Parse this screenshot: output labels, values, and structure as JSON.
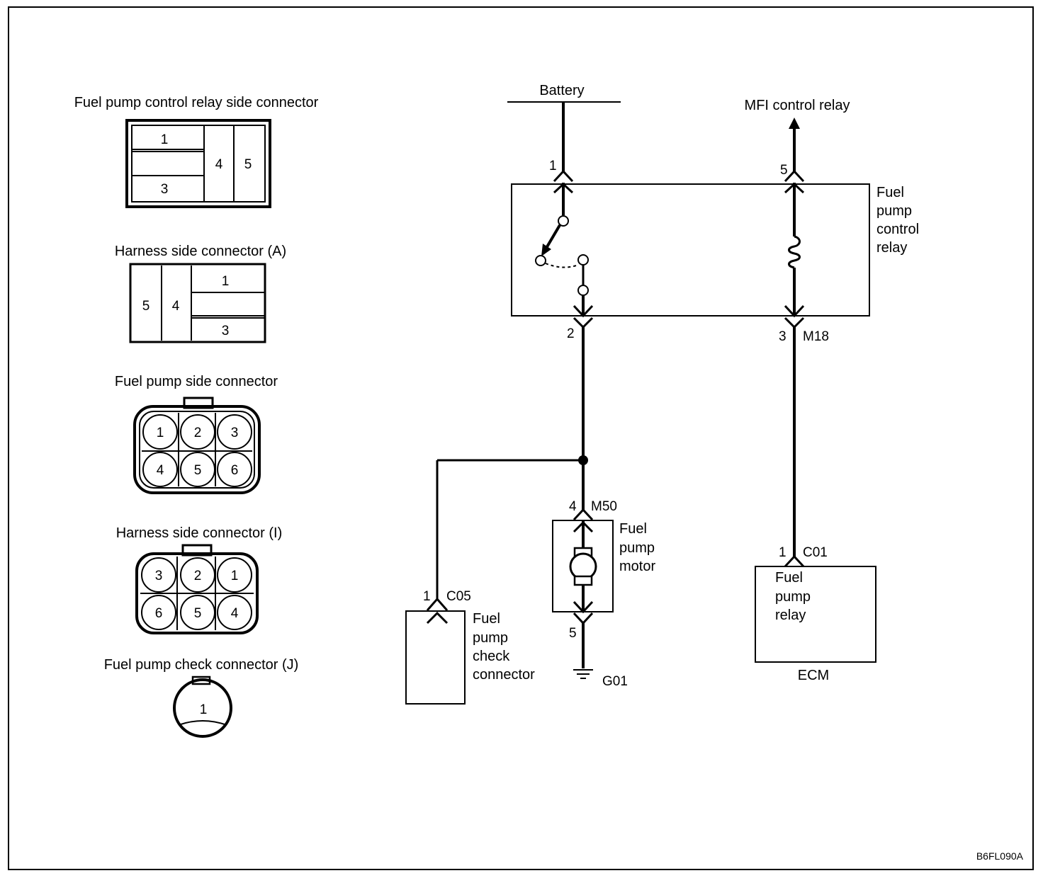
{
  "connectors": {
    "relay_side": {
      "title": "Fuel pump control relay side connector",
      "pins": [
        "1",
        "3",
        "4",
        "5"
      ]
    },
    "harness_a": {
      "title": "Harness side connector (A)",
      "pins": [
        "5",
        "4",
        "1",
        "3"
      ]
    },
    "pump_side": {
      "title": "Fuel pump side connector",
      "pins": [
        "1",
        "2",
        "3",
        "4",
        "5",
        "6"
      ]
    },
    "harness_i": {
      "title": "Harness side connector (I)",
      "pins": [
        "3",
        "2",
        "1",
        "6",
        "5",
        "4"
      ]
    },
    "check_j": {
      "title": "Fuel pump check connector (J)",
      "pins": [
        "1"
      ]
    }
  },
  "circuit": {
    "battery": "Battery",
    "mfi_relay": "MFI control relay",
    "control_relay": [
      "Fuel",
      "pump",
      "control",
      "relay"
    ],
    "relay_pins": {
      "p1": "1",
      "p5": "5",
      "p2": "2",
      "p3": "3",
      "m18": "M18"
    },
    "motor": {
      "pin_top": "4",
      "conn": "M50",
      "label": [
        "Fuel",
        "pump",
        "motor"
      ],
      "pin_bottom": "5",
      "ground": "G01"
    },
    "check_connector": {
      "pin": "1",
      "conn": "C05",
      "label": [
        "Fuel",
        "pump",
        "check",
        "connector"
      ]
    },
    "ecm": {
      "pin": "1",
      "conn": "C01",
      "label": [
        "Fuel",
        "pump",
        "relay"
      ],
      "name": "ECM"
    }
  },
  "figure_code": "B6FL090A"
}
